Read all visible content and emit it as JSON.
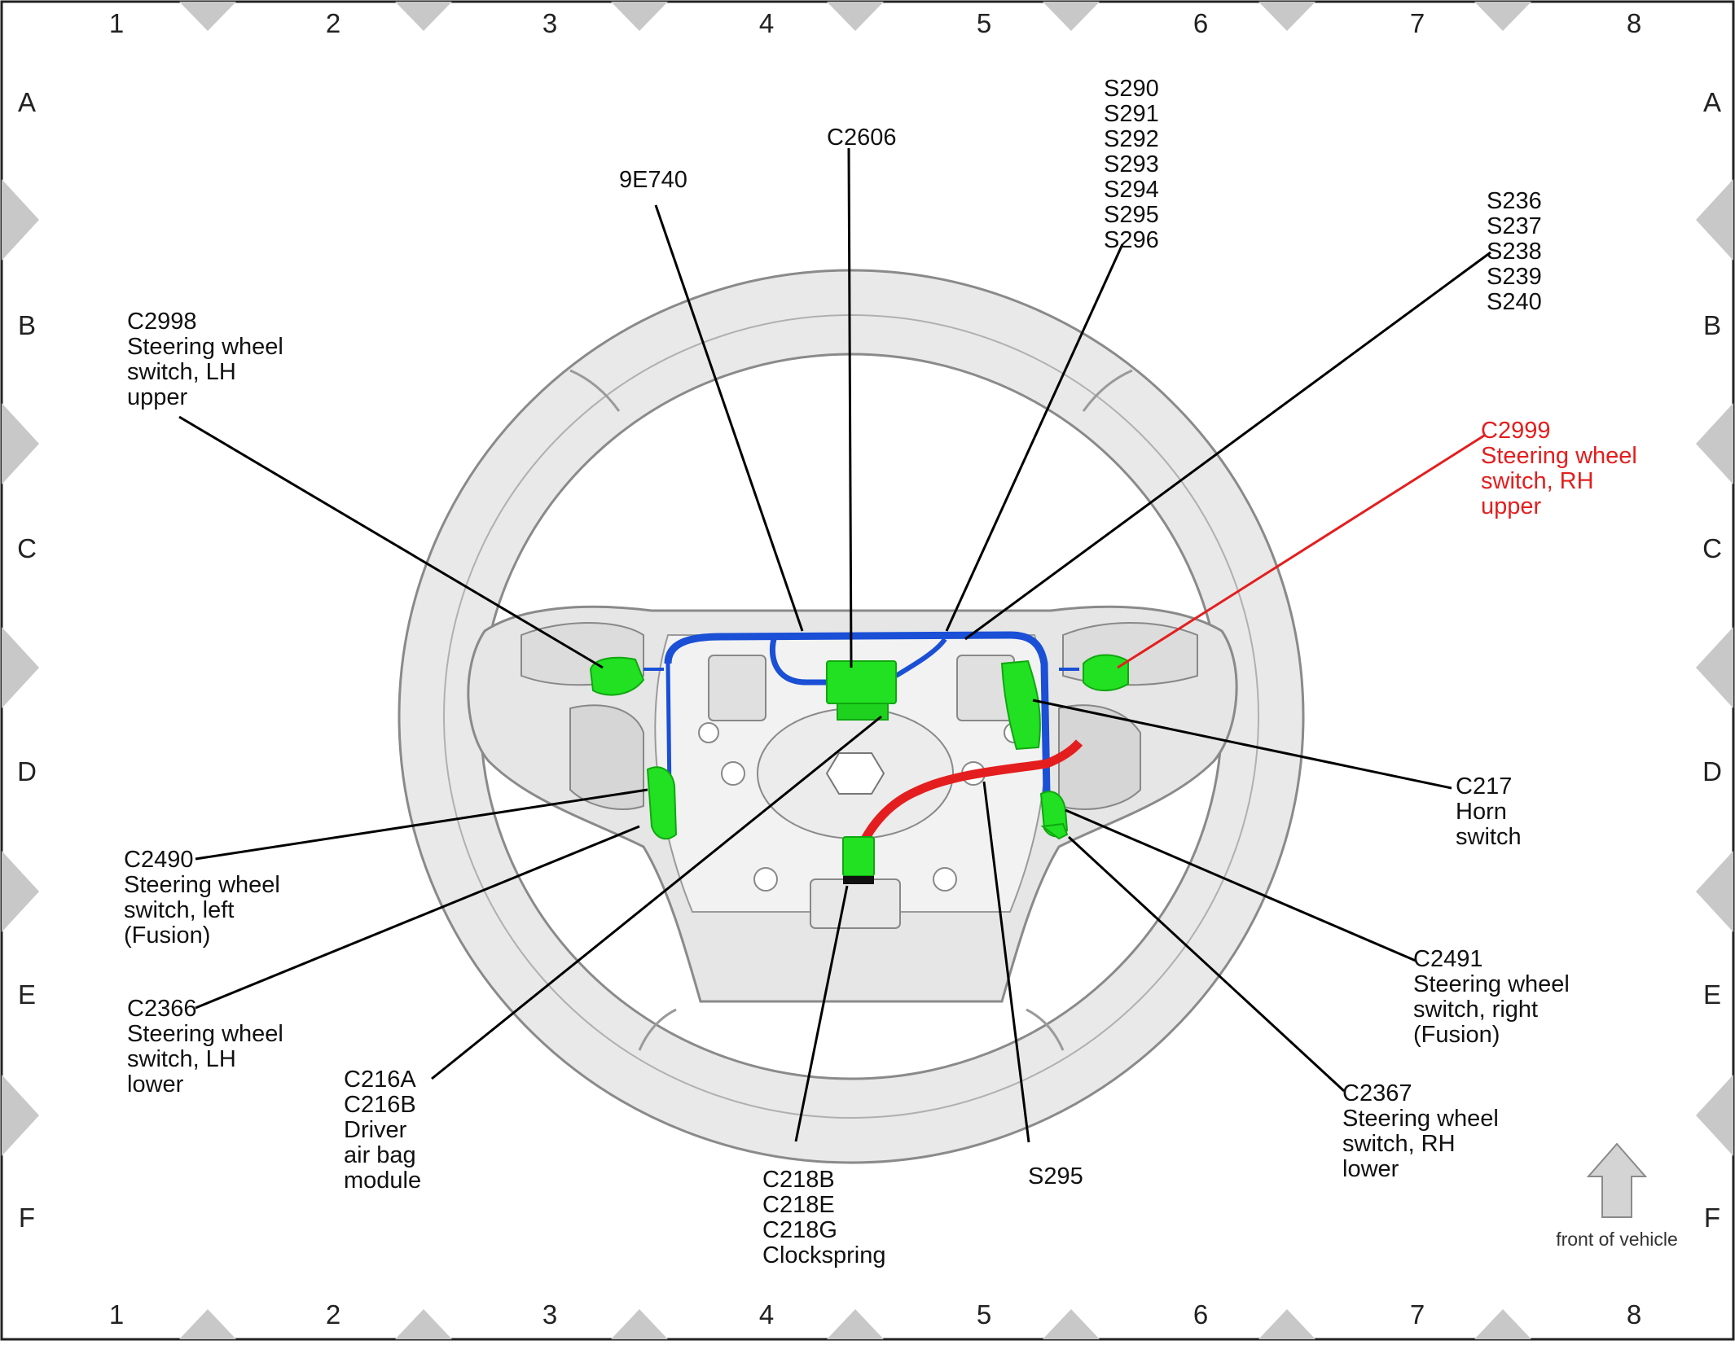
{
  "grid": {
    "columns": [
      "1",
      "2",
      "3",
      "4",
      "5",
      "6",
      "7",
      "8"
    ],
    "rows": [
      "A",
      "B",
      "C",
      "D",
      "E",
      "F"
    ]
  },
  "labels": {
    "c2998": [
      "C2998",
      "Steering wheel",
      "switch, LH",
      "upper"
    ],
    "e9740": [
      "9E740"
    ],
    "c2606": [
      "C2606"
    ],
    "s290": [
      "S290",
      "S291",
      "S292",
      "S293",
      "S294",
      "S295",
      "S296"
    ],
    "s236": [
      "S236",
      "S237",
      "S238",
      "S239",
      "S240"
    ],
    "c2999": [
      "C2999",
      "Steering wheel",
      "switch, RH",
      "upper"
    ],
    "c217": [
      "C217",
      "Horn",
      "switch"
    ],
    "c2491": [
      "C2491",
      "Steering wheel",
      "switch, right",
      "(Fusion)"
    ],
    "c2367": [
      "C2367",
      "Steering wheel",
      "switch, RH",
      "lower"
    ],
    "s295": [
      "S295"
    ],
    "c218": [
      "C218B",
      "C218E",
      "C218G",
      "Clockspring"
    ],
    "c216": [
      "C216A",
      "C216B",
      "Driver",
      "air bag",
      "module"
    ],
    "c2366": [
      "C2366",
      "Steering wheel",
      "switch, LH",
      "lower"
    ],
    "c2490": [
      "C2490",
      "Steering wheel",
      "switch, left",
      "(Fusion)"
    ]
  },
  "front_of_vehicle": "front of vehicle",
  "colors": {
    "harness_blue": "#1a4fd6",
    "harness_red": "#e41e1e",
    "connector_green": "#22e022",
    "highlight_label": "#e41e1e",
    "wheel_fill": "#e9e9e9",
    "wheel_stroke": "#8a8a8a",
    "border_marker": "#c8c8c8"
  }
}
